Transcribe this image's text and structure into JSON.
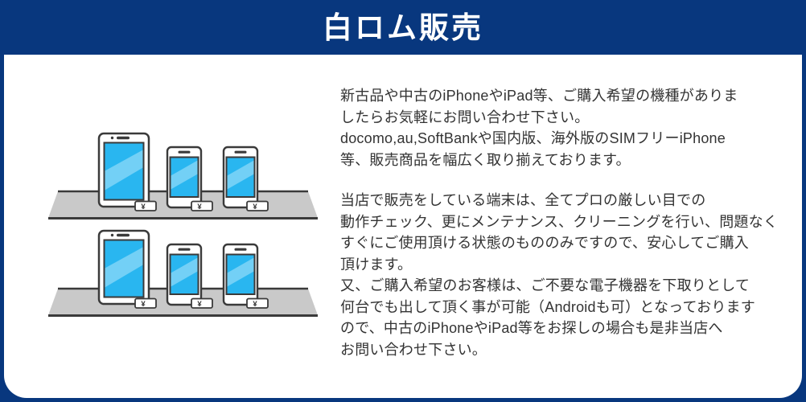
{
  "header": {
    "title": "白ロム販売"
  },
  "theme": {
    "navy": "#08377e",
    "panel_white": "#ffffff",
    "text_color": "#333333",
    "screen_cyan": "#29b6f0",
    "screen_highlight": "#73d0f6",
    "shelf_gray": "#c9c9c9",
    "outline": "#3a3a3a"
  },
  "illustration": {
    "description": "two shelves with tablet and smartphones for sale, each with a yen price tag",
    "price_tag_label": "¥"
  },
  "content": {
    "paragraphs": [
      {
        "text": "新古品や中古のiPhoneやiPad等、ご購入希望の機種がありま\nしたらお気軽にお問い合わせ下さい。\ndocomo,au,SoftBankや国内版、海外版のSIMフリーiPhone\n等、販売商品を幅広く取り揃えております。"
      },
      {
        "text": "当店で販売をしている端末は、全てプロの厳しい目での\n動作チェック、更にメンテナンス、クリーニングを行い、問題なく\nすぐにご使用頂ける状態のもののみですので、安心してご購入\n頂けます。\n又、ご購入希望のお客様は、ご不要な電子機器を下取りとして\n何台でも出して頂く事が可能（Androidも可）となっております\nので、中古のiPhoneやiPad等をお探しの場合も是非当店へ\nお問い合わせ下さい。"
      }
    ]
  }
}
